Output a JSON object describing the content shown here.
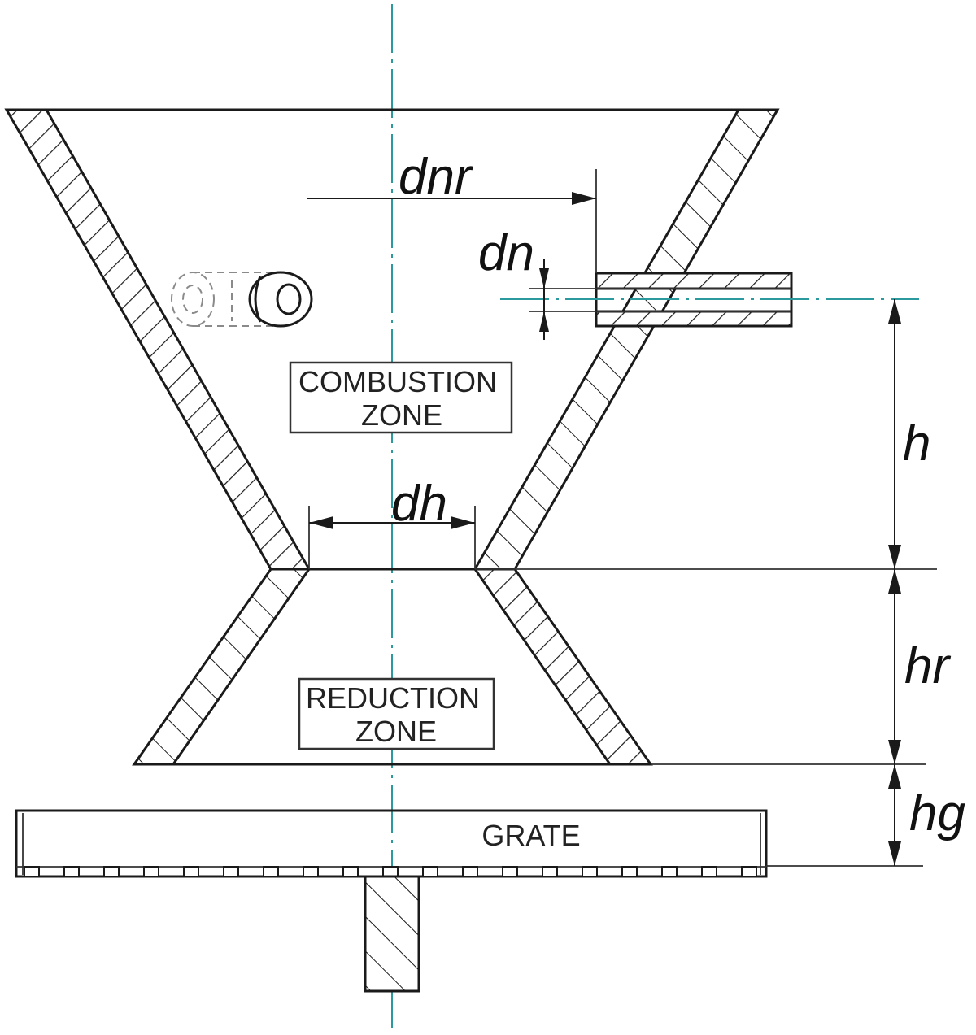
{
  "labels": {
    "dnr": "dnr",
    "dn": "dn",
    "dh": "dh",
    "h": "h",
    "hr": "hr",
    "hg": "hg"
  },
  "zones": {
    "combustion_line1": "COMBUSTION",
    "combustion_line2": "ZONE",
    "reduction_line1": "REDUCTION",
    "reduction_line2": "ZONE",
    "grate": "GRATE"
  },
  "colors": {
    "outline": "#1a1a1a",
    "center_axis": "#2a9a9e"
  }
}
